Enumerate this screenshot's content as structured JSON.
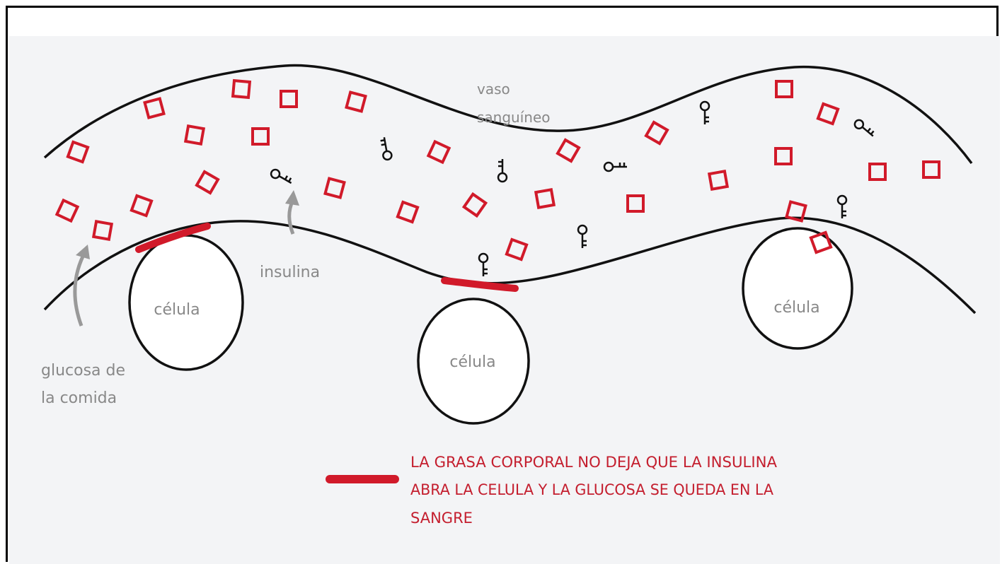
{
  "labels": {
    "vessel_line1": "vaso",
    "vessel_line2": "sanguíneo",
    "insulin": "insulina",
    "glucose_line1": "glucosa de",
    "glucose_line2": "la comida",
    "cell_1": "célula",
    "cell_2": "célula",
    "cell_3": "célula"
  },
  "legend": {
    "line1": "LA GRASA CORPORAL NO DEJA QUE LA INSULINA",
    "line2": "ABRA LA CELULA Y LA GLUCOSA SE QUEDA EN LA",
    "line3": "SANGRE"
  },
  "colors": {
    "background": "#f3f4f6",
    "outline": "#111111",
    "glucose": "#d11a2a",
    "fat": "#d11a2a",
    "arrow": "#999999",
    "label": "#888888",
    "legend_text": "#c41e2e"
  },
  "icons": {
    "glucose": "red-square",
    "insulin": "key-icon"
  }
}
